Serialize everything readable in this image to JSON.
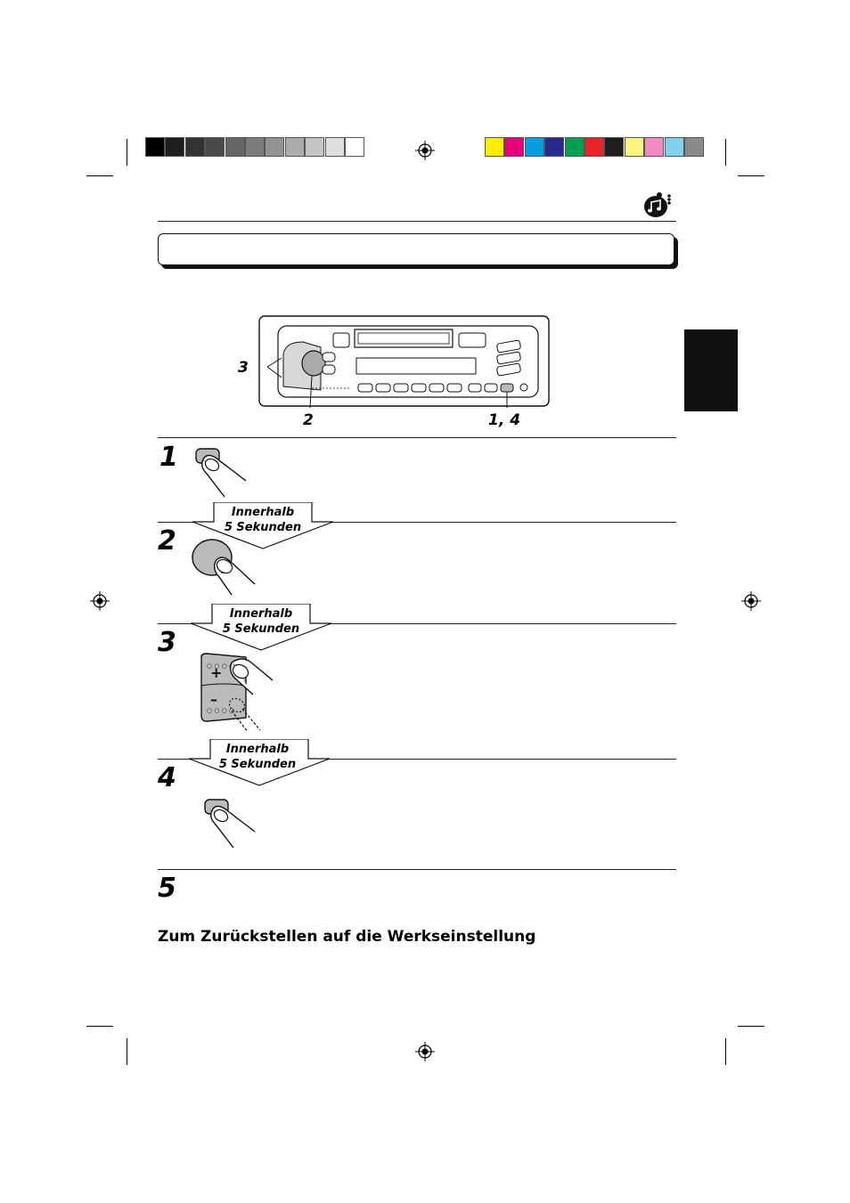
{
  "color_bars": {
    "left": [
      "#000000",
      "#1e1e1e",
      "#333333",
      "#4a4a4a",
      "#666666",
      "#7c7c7c",
      "#939393",
      "#ababab",
      "#c4c4c4",
      "#dedede",
      "#ffffff"
    ],
    "right": [
      "#ffee00",
      "#e8007d",
      "#00a0e0",
      "#2a2a8c",
      "#00a050",
      "#e8232a",
      "#1e1e1e",
      "#fff480",
      "#f08cc0",
      "#80d0f0",
      "#8a8a8a"
    ]
  },
  "header_icon": "music-note-icon",
  "diagram": {
    "callouts": {
      "c3": "3",
      "c2": "2",
      "c14": "1, 4"
    }
  },
  "steps": [
    {
      "number": "1",
      "icon": "small-button-press-icon"
    },
    {
      "number": "2",
      "icon": "round-knob-press-icon"
    },
    {
      "number": "3",
      "icon": "plus-minus-rocker-icon",
      "rocker_plus": "+",
      "rocker_minus": "–"
    },
    {
      "number": "4",
      "icon": "small-button-press-icon"
    },
    {
      "number": "5"
    }
  ],
  "arrows": [
    {
      "line1": "Innerhalb",
      "line2": "5 Sekunden"
    },
    {
      "line1": "Innerhalb",
      "line2": "5 Sekunden"
    },
    {
      "line1": "Innerhalb",
      "line2": "5 Sekunden"
    }
  ],
  "footer": {
    "heading": "Zum Zurückstellen auf die Werkseinstellung"
  }
}
